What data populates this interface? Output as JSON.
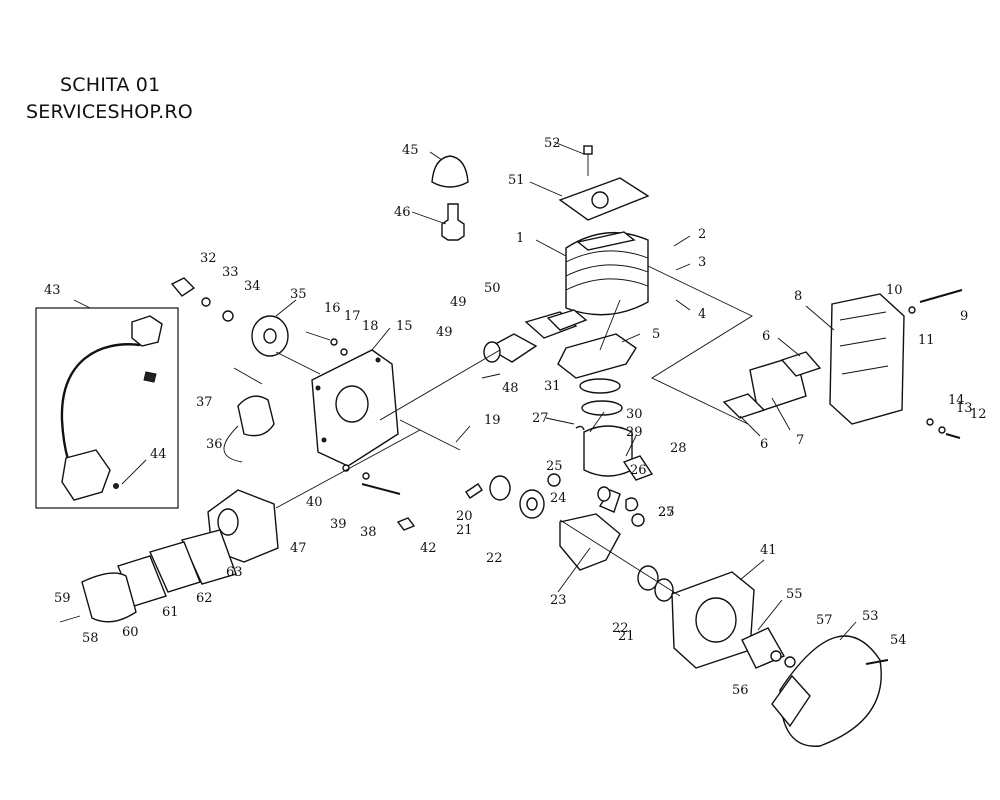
{
  "header": {
    "line1": "SCHITA 01",
    "line2": "SERVICESHOP.RO"
  },
  "callouts": [
    "1",
    "2",
    "3",
    "4",
    "5",
    "6",
    "6",
    "7",
    "8",
    "9",
    "10",
    "11",
    "12",
    "13",
    "14",
    "15",
    "16",
    "17",
    "18",
    "19",
    "20",
    "21",
    "21",
    "22",
    "22",
    "23",
    "24",
    "25",
    "25",
    "26",
    "27",
    "27",
    "28",
    "29",
    "30",
    "31",
    "32",
    "33",
    "34",
    "35",
    "36",
    "37",
    "38",
    "39",
    "40",
    "41",
    "42",
    "43",
    "44",
    "45",
    "46",
    "47",
    "48",
    "49",
    "49",
    "50",
    "51",
    "52",
    "53",
    "54",
    "55",
    "56",
    "57",
    "58",
    "59",
    "60",
    "61",
    "62",
    "63"
  ]
}
